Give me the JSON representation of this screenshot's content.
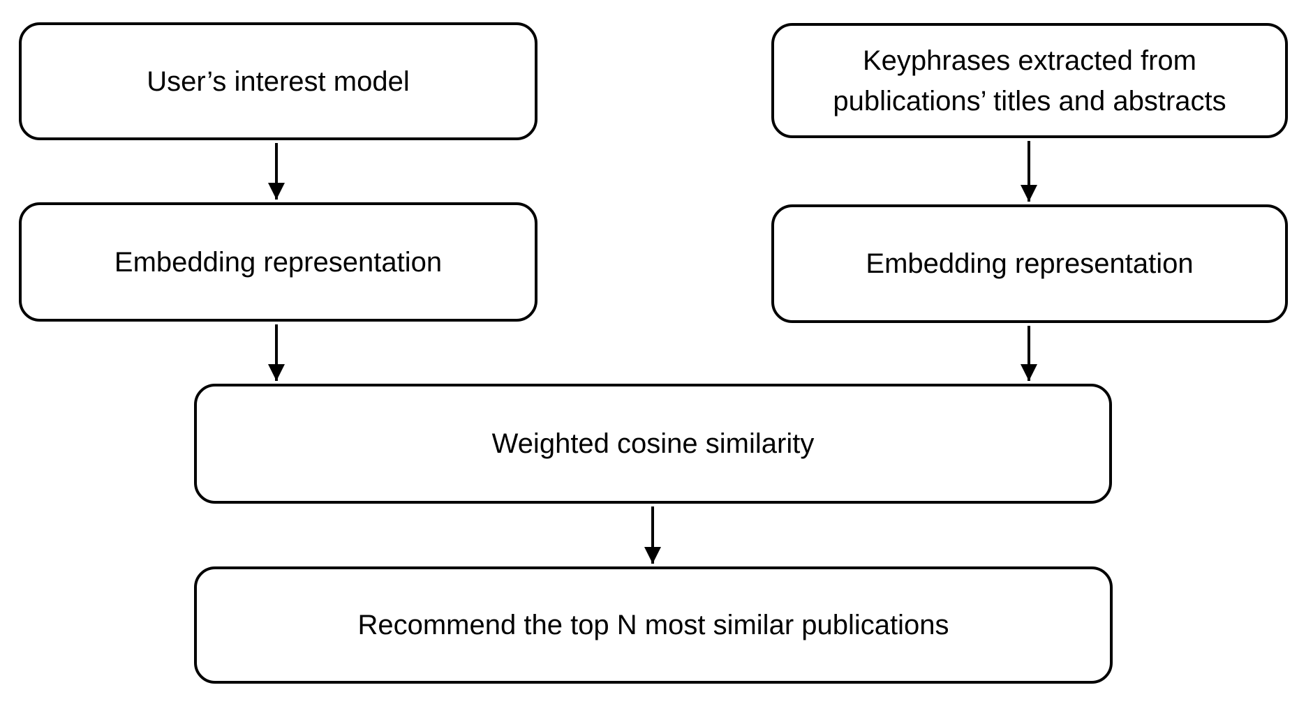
{
  "diagram": {
    "type": "flowchart",
    "nodes": [
      {
        "id": "user-interest-model",
        "label": "User’s interest model"
      },
      {
        "id": "keyphrases-extracted",
        "label": "Keyphrases extracted from publications’ titles and abstracts"
      },
      {
        "id": "embedding-left",
        "label": "Embedding representation"
      },
      {
        "id": "embedding-right",
        "label": "Embedding representation"
      },
      {
        "id": "weighted-cosine-similarity",
        "label": "Weighted cosine similarity"
      },
      {
        "id": "recommend-top-n",
        "label": "Recommend the top N most similar publications"
      }
    ],
    "edges": [
      {
        "from": "user-interest-model",
        "to": "embedding-left"
      },
      {
        "from": "keyphrases-extracted",
        "to": "embedding-right"
      },
      {
        "from": "embedding-left",
        "to": "weighted-cosine-similarity"
      },
      {
        "from": "embedding-right",
        "to": "weighted-cosine-similarity"
      },
      {
        "from": "weighted-cosine-similarity",
        "to": "recommend-top-n"
      }
    ],
    "colors": {
      "border": "#000000",
      "text": "#000000",
      "background": "#ffffff"
    }
  }
}
